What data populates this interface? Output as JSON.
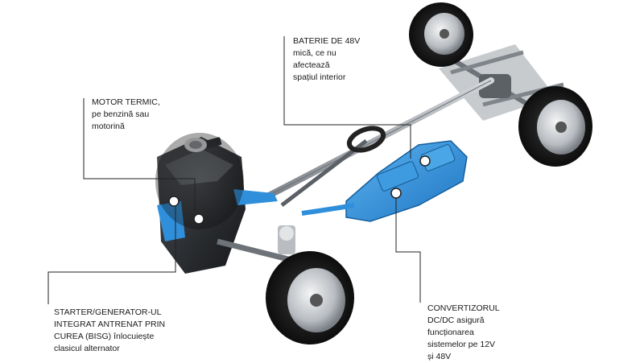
{
  "callouts": {
    "battery": {
      "lines": [
        "BATERIE DE 48V",
        "mică, ce nu",
        "afectează",
        "spațiul interior"
      ]
    },
    "engine": {
      "lines": [
        "MOTOR TERMIC,",
        "pe benzină sau",
        "motorină"
      ]
    },
    "bisg": {
      "lines": [
        "STARTER/GENERATOR-UL",
        "INTEGRAT ANTRENAT PRIN",
        "CUREA (BISG) înlocuiește",
        "clasicul alternator"
      ]
    },
    "dcdc": {
      "lines": [
        "CONVERTIZORUL",
        "DC/DC asigură",
        "funcționarea",
        "sistemelor pe 12V",
        "și 48V"
      ]
    }
  },
  "colors": {
    "accent_blue": "#2f8fdb",
    "leader_line": "#222222",
    "chassis_dark": "#2a2a2a",
    "chassis_grey": "#8e9399"
  }
}
